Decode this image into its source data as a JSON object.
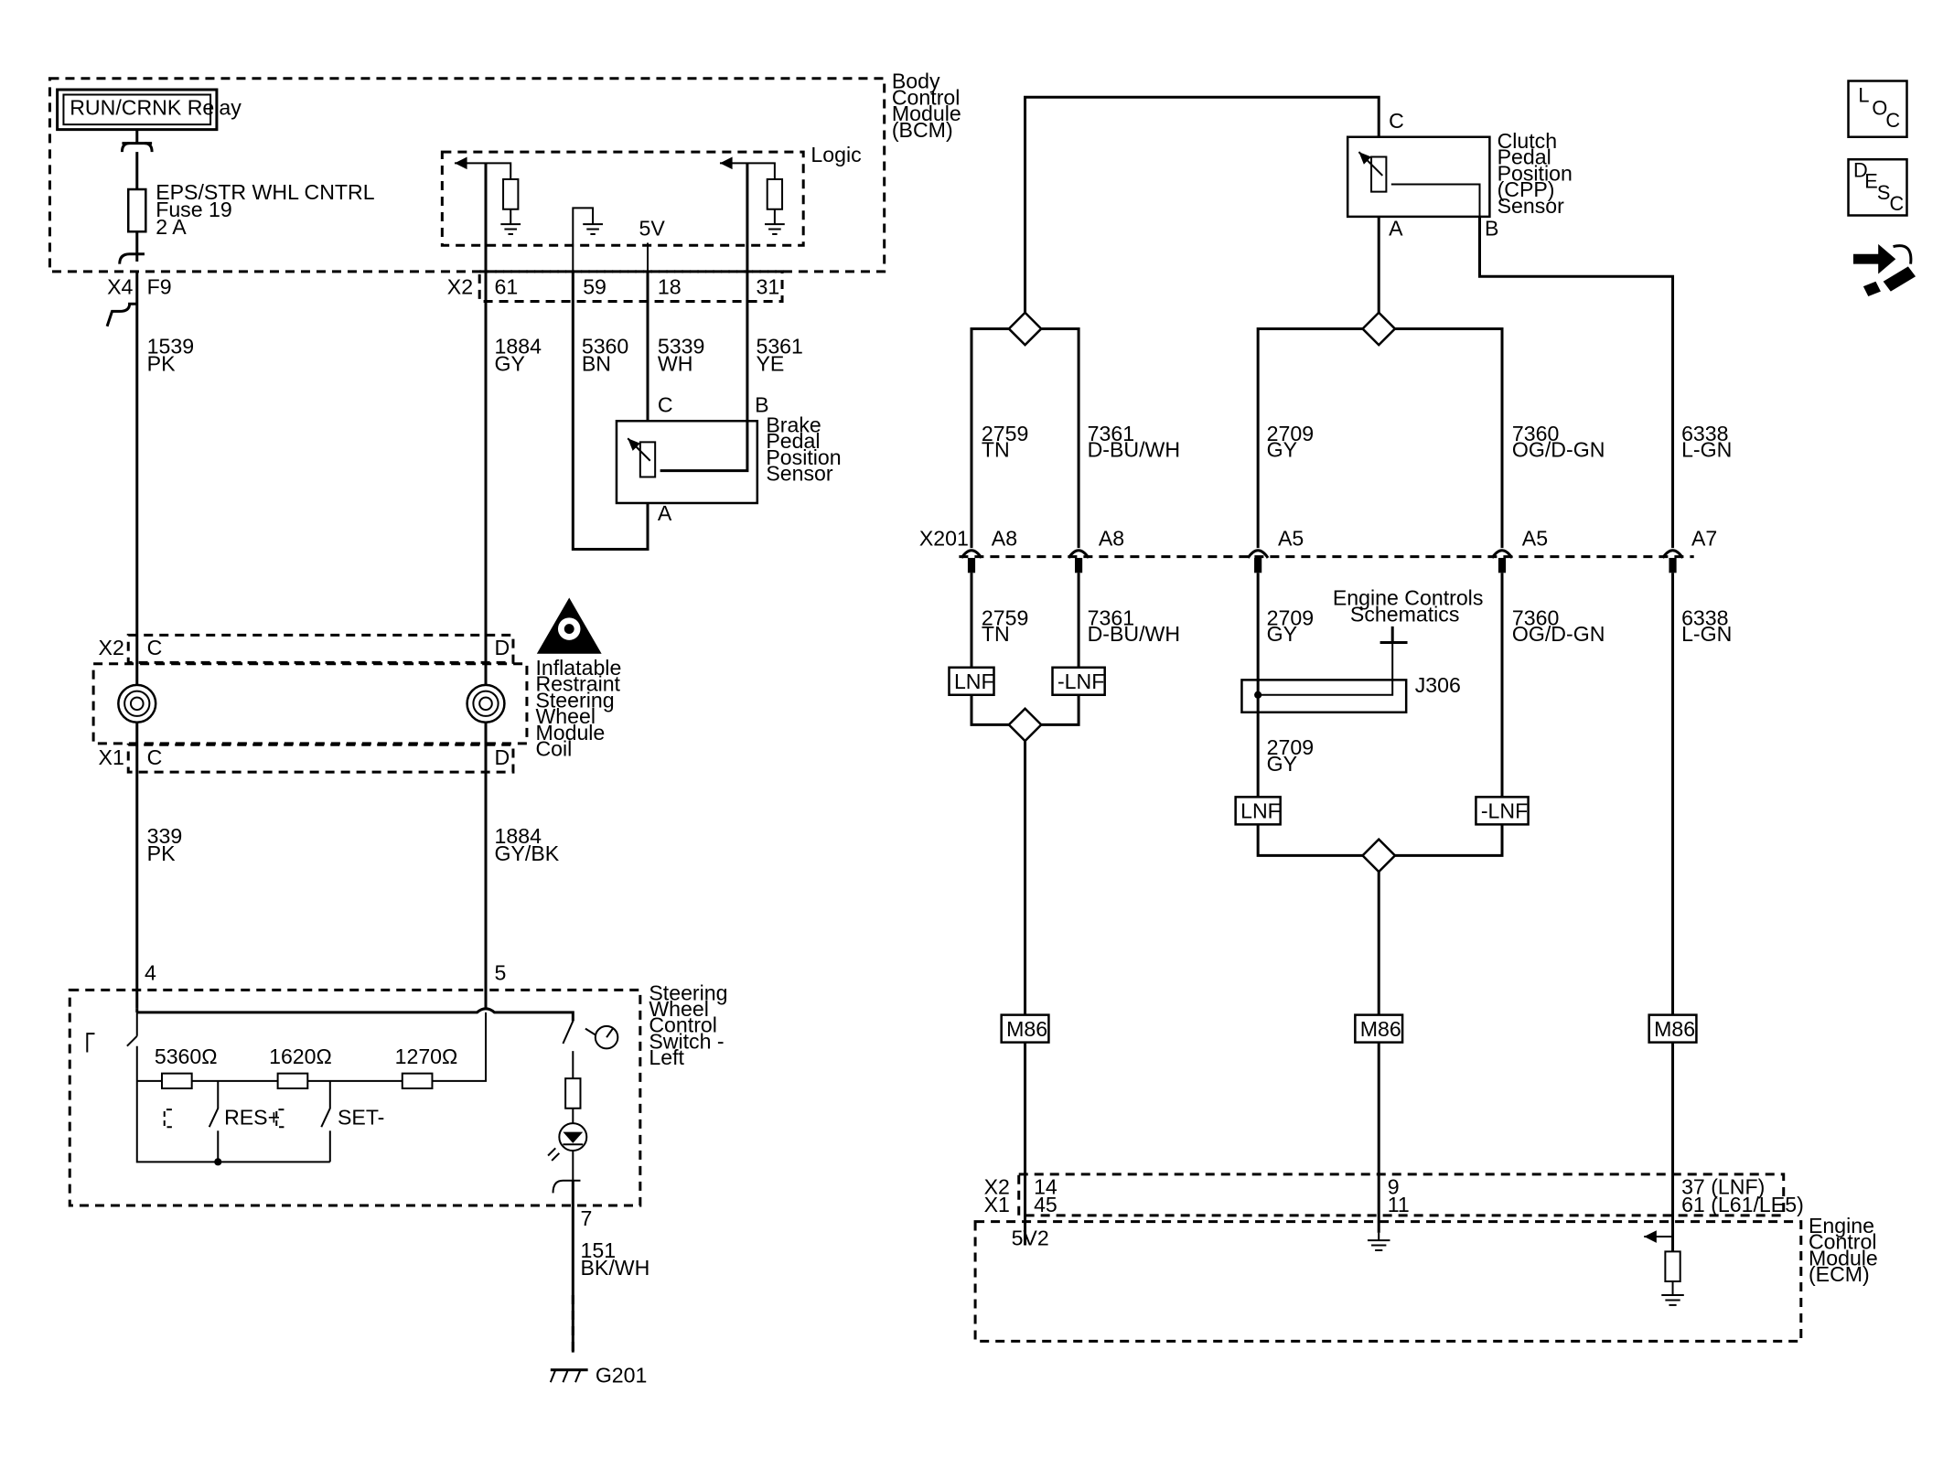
{
  "bcm": {
    "relay": "RUN/CRNK Relay",
    "title": [
      "Body",
      "Control",
      "Module",
      "(BCM)"
    ],
    "fuse": [
      "EPS/STR WHL CNTRL",
      "Fuse 19",
      "2 A"
    ],
    "logic": "Logic",
    "v5": "5V"
  },
  "connectors": {
    "bcm_left": {
      "conn": "X4",
      "pin": "F9"
    },
    "bcm_right": {
      "conn": "X2",
      "pins": [
        "61",
        "59",
        "18",
        "31"
      ]
    },
    "coil_top": {
      "conn": "X2",
      "pins": [
        "C",
        "D"
      ]
    },
    "coil_bottom": {
      "conn": "X1",
      "pins": [
        "C",
        "D"
      ]
    },
    "x201": {
      "conn": "X201",
      "pins": [
        "A8",
        "A8",
        "A5",
        "A5",
        "A7"
      ]
    },
    "ecm_conns": [
      "X2",
      "X1"
    ],
    "ecm_pins": [
      [
        "14",
        "45"
      ],
      [
        "9",
        "11"
      ],
      [
        "37 (LNF)",
        "61 (L61/LE5)"
      ]
    ]
  },
  "wires_left": [
    {
      "circuit": "1539",
      "color": "PK"
    },
    {
      "circuit": "1884",
      "color": "GY"
    },
    {
      "circuit": "5360",
      "color": "BN"
    },
    {
      "circuit": "5339",
      "color": "WH"
    },
    {
      "circuit": "5361",
      "color": "YE"
    },
    {
      "circuit": "339",
      "color": "PK"
    },
    {
      "circuit": "1884",
      "color": "GY/BK"
    },
    {
      "circuit": "151",
      "color": "BK/WH"
    }
  ],
  "brake_sensor": {
    "pins": [
      "C",
      "B",
      "A"
    ],
    "label": [
      "Brake",
      "Pedal",
      "Position",
      "Sensor"
    ]
  },
  "coil": {
    "label": [
      "Inflatable",
      "Restraint",
      "Steering",
      "Wheel",
      "Module",
      "Coil"
    ]
  },
  "swc": {
    "label": [
      "Steering",
      "Wheel",
      "Control",
      "Switch -",
      "Left"
    ],
    "pins": [
      "4",
      "5",
      "7"
    ],
    "resistors": [
      "5360Ω",
      "1620Ω",
      "1270Ω"
    ],
    "res_plus": "RES+",
    "set_minus": "SET-"
  },
  "ground_g201": "G201",
  "cpp": {
    "label": [
      "Clutch",
      "Pedal",
      "Position",
      "(CPP)",
      "Sensor"
    ],
    "pins": [
      "C",
      "A",
      "B"
    ]
  },
  "wires_right_upper": [
    {
      "circuit": "2759",
      "color": "TN"
    },
    {
      "circuit": "7361",
      "color": "D-BU/WH"
    },
    {
      "circuit": "2709",
      "color": "GY"
    },
    {
      "circuit": "7360",
      "color": "OG/D-GN"
    },
    {
      "circuit": "6338",
      "color": "L-GN"
    }
  ],
  "wires_right_lower": [
    {
      "circuit": "2759",
      "color": "TN"
    },
    {
      "circuit": "7361",
      "color": "D-BU/WH"
    },
    {
      "circuit": "2709",
      "color": "GY"
    },
    {
      "circuit": "7360",
      "color": "OG/D-GN"
    },
    {
      "circuit": "6338",
      "color": "L-GN"
    },
    {
      "circuit": "2709",
      "color": "GY"
    }
  ],
  "options": {
    "lnf": "LNF",
    "not_lnf": "-LNF",
    "m86": "M86"
  },
  "splice": {
    "title": [
      "Engine Controls",
      "Schematics"
    ],
    "name": "J306"
  },
  "ecm": {
    "title": [
      "Engine",
      "Control",
      "Module",
      "(ECM)"
    ],
    "v5": "5V2"
  },
  "badges": {
    "loc": [
      "L",
      "O",
      "C"
    ],
    "desc": [
      "D",
      "E",
      "S",
      "C"
    ]
  }
}
